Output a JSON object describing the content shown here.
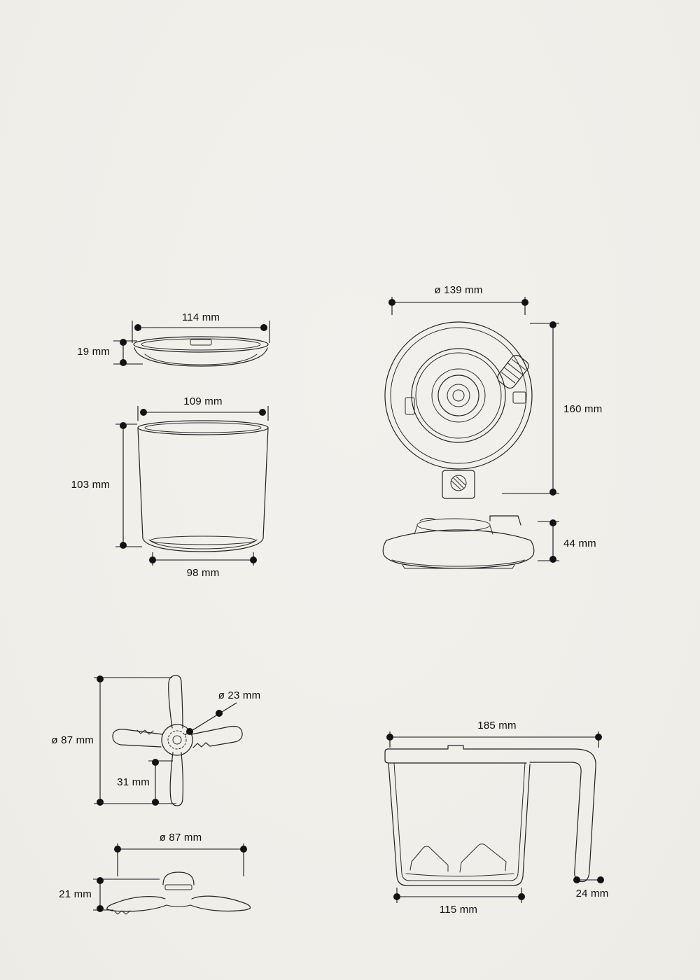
{
  "canvas": {
    "background": "#f1efea",
    "line_color": "#1e1e1e",
    "dot_color": "#121212"
  },
  "parts": {
    "lid": {
      "width": "114 mm",
      "height": "19 mm"
    },
    "bowl": {
      "top_diameter": "109 mm",
      "height": "103 mm",
      "bottom_diameter": "98 mm"
    },
    "motor_base_top": {
      "diameter": "ø 139 mm",
      "length": "160 mm"
    },
    "motor_base_side": {
      "height": "44 mm"
    },
    "blade_top": {
      "diameter": "ø 87 mm",
      "hub_diameter": "ø 23 mm",
      "height": "31 mm"
    },
    "blade_side": {
      "diameter": "ø 87 mm",
      "height": "21 mm"
    },
    "jug": {
      "width": "185 mm",
      "base_width": "115 mm",
      "handle_width": "24 mm"
    }
  }
}
